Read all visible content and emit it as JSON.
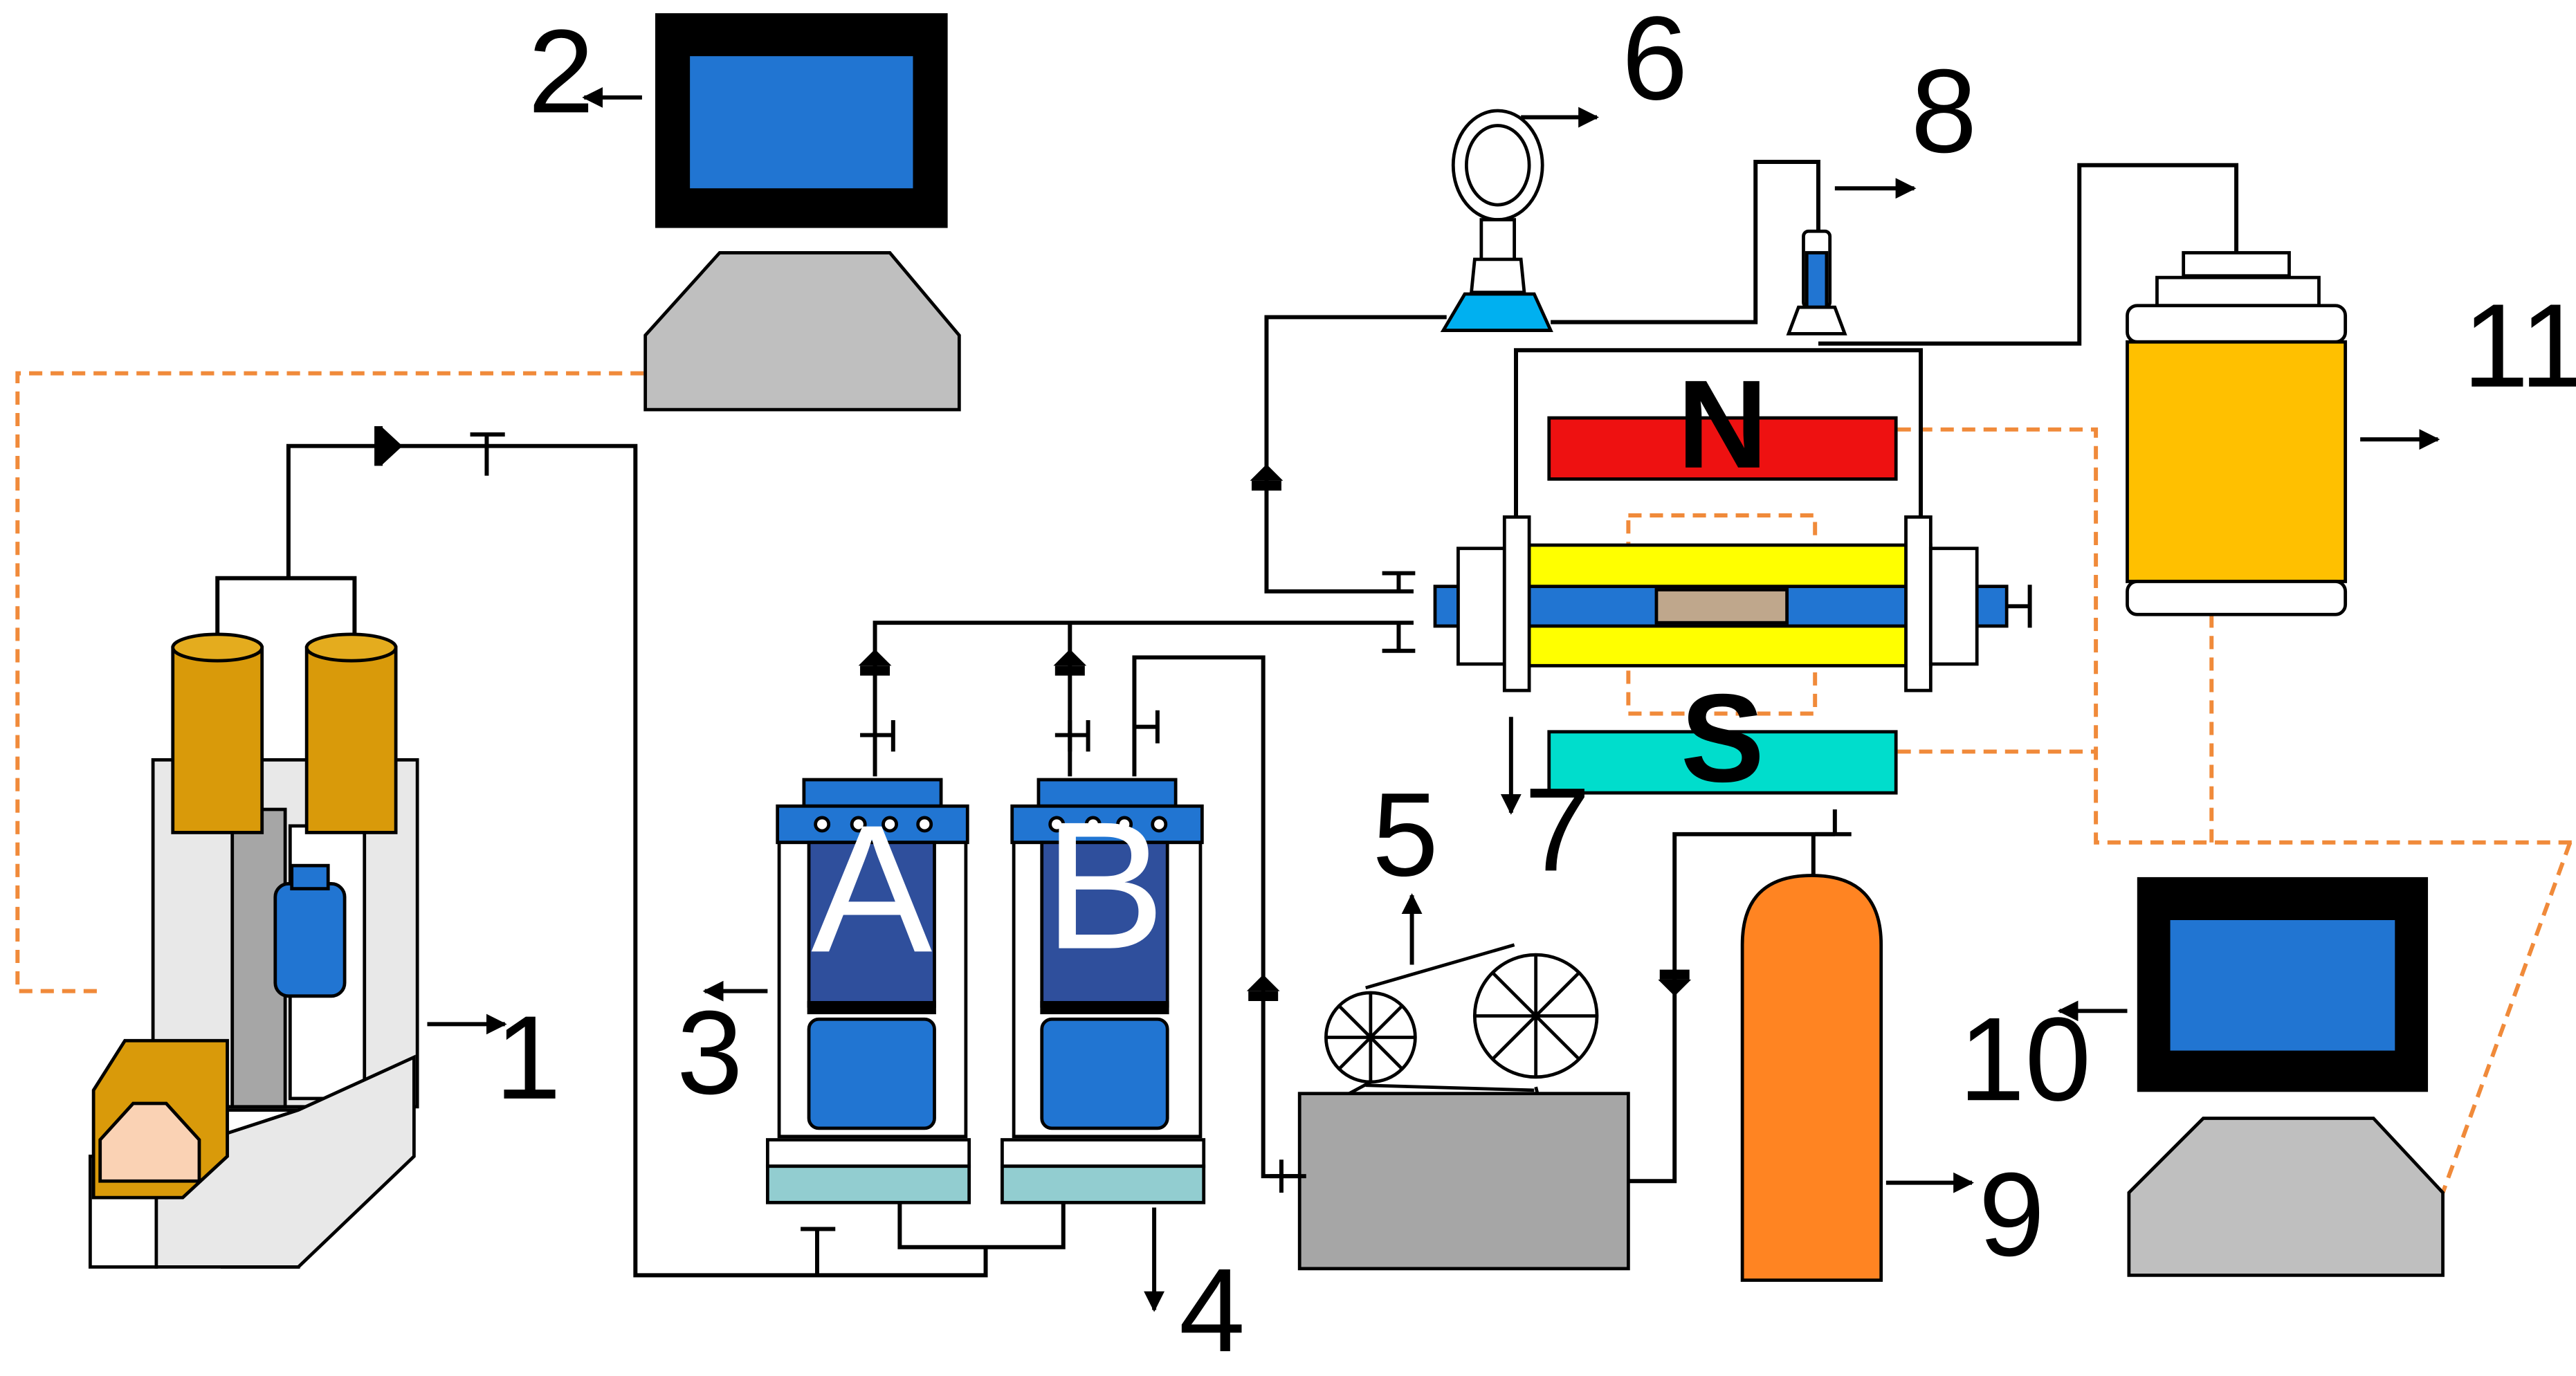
{
  "labels": {
    "one": "1",
    "two": "2",
    "three": "3",
    "four": "4",
    "five": "5",
    "six": "6",
    "seven": "7",
    "eight": "8",
    "nine": "9",
    "ten": "10",
    "eleven": "11"
  },
  "magnet": {
    "north": "N",
    "south": "S"
  },
  "cylinders": {
    "a": "A",
    "b": "B"
  },
  "colors": {
    "screen_blue": "#2175D2",
    "monitor_frame": "#000000",
    "console_gray": "#BFBFBF",
    "dashed_orange": "#F08A3A",
    "gold": "#D99A0A",
    "magnet_north": "#EE1111",
    "magnet_south": "#00DDCC",
    "core_yellow": "#FFFF00",
    "pipe_blue": "#2175D2",
    "tank_orange": "#FF8422",
    "pump_gray": "#A6A6A6",
    "cylinder_navy": "#2F4F9C",
    "base_teal": "#92CDD0",
    "accumulator_gold": "#FFC000"
  }
}
